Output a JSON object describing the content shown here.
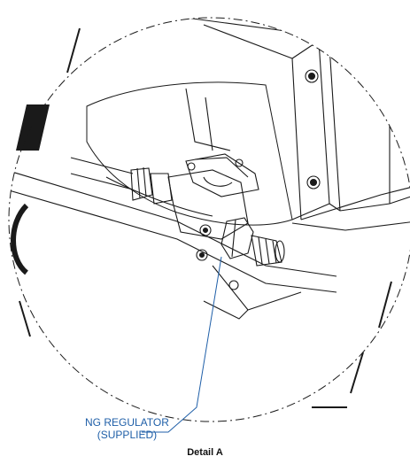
{
  "figure": {
    "callout_line1": "NG REGULATOR",
    "callout_line2": "(SUPPLIED)",
    "caption": "Detail A"
  },
  "colors": {
    "callout": "#1f5fa8",
    "line": "#1a1a1a",
    "background": "#ffffff"
  }
}
